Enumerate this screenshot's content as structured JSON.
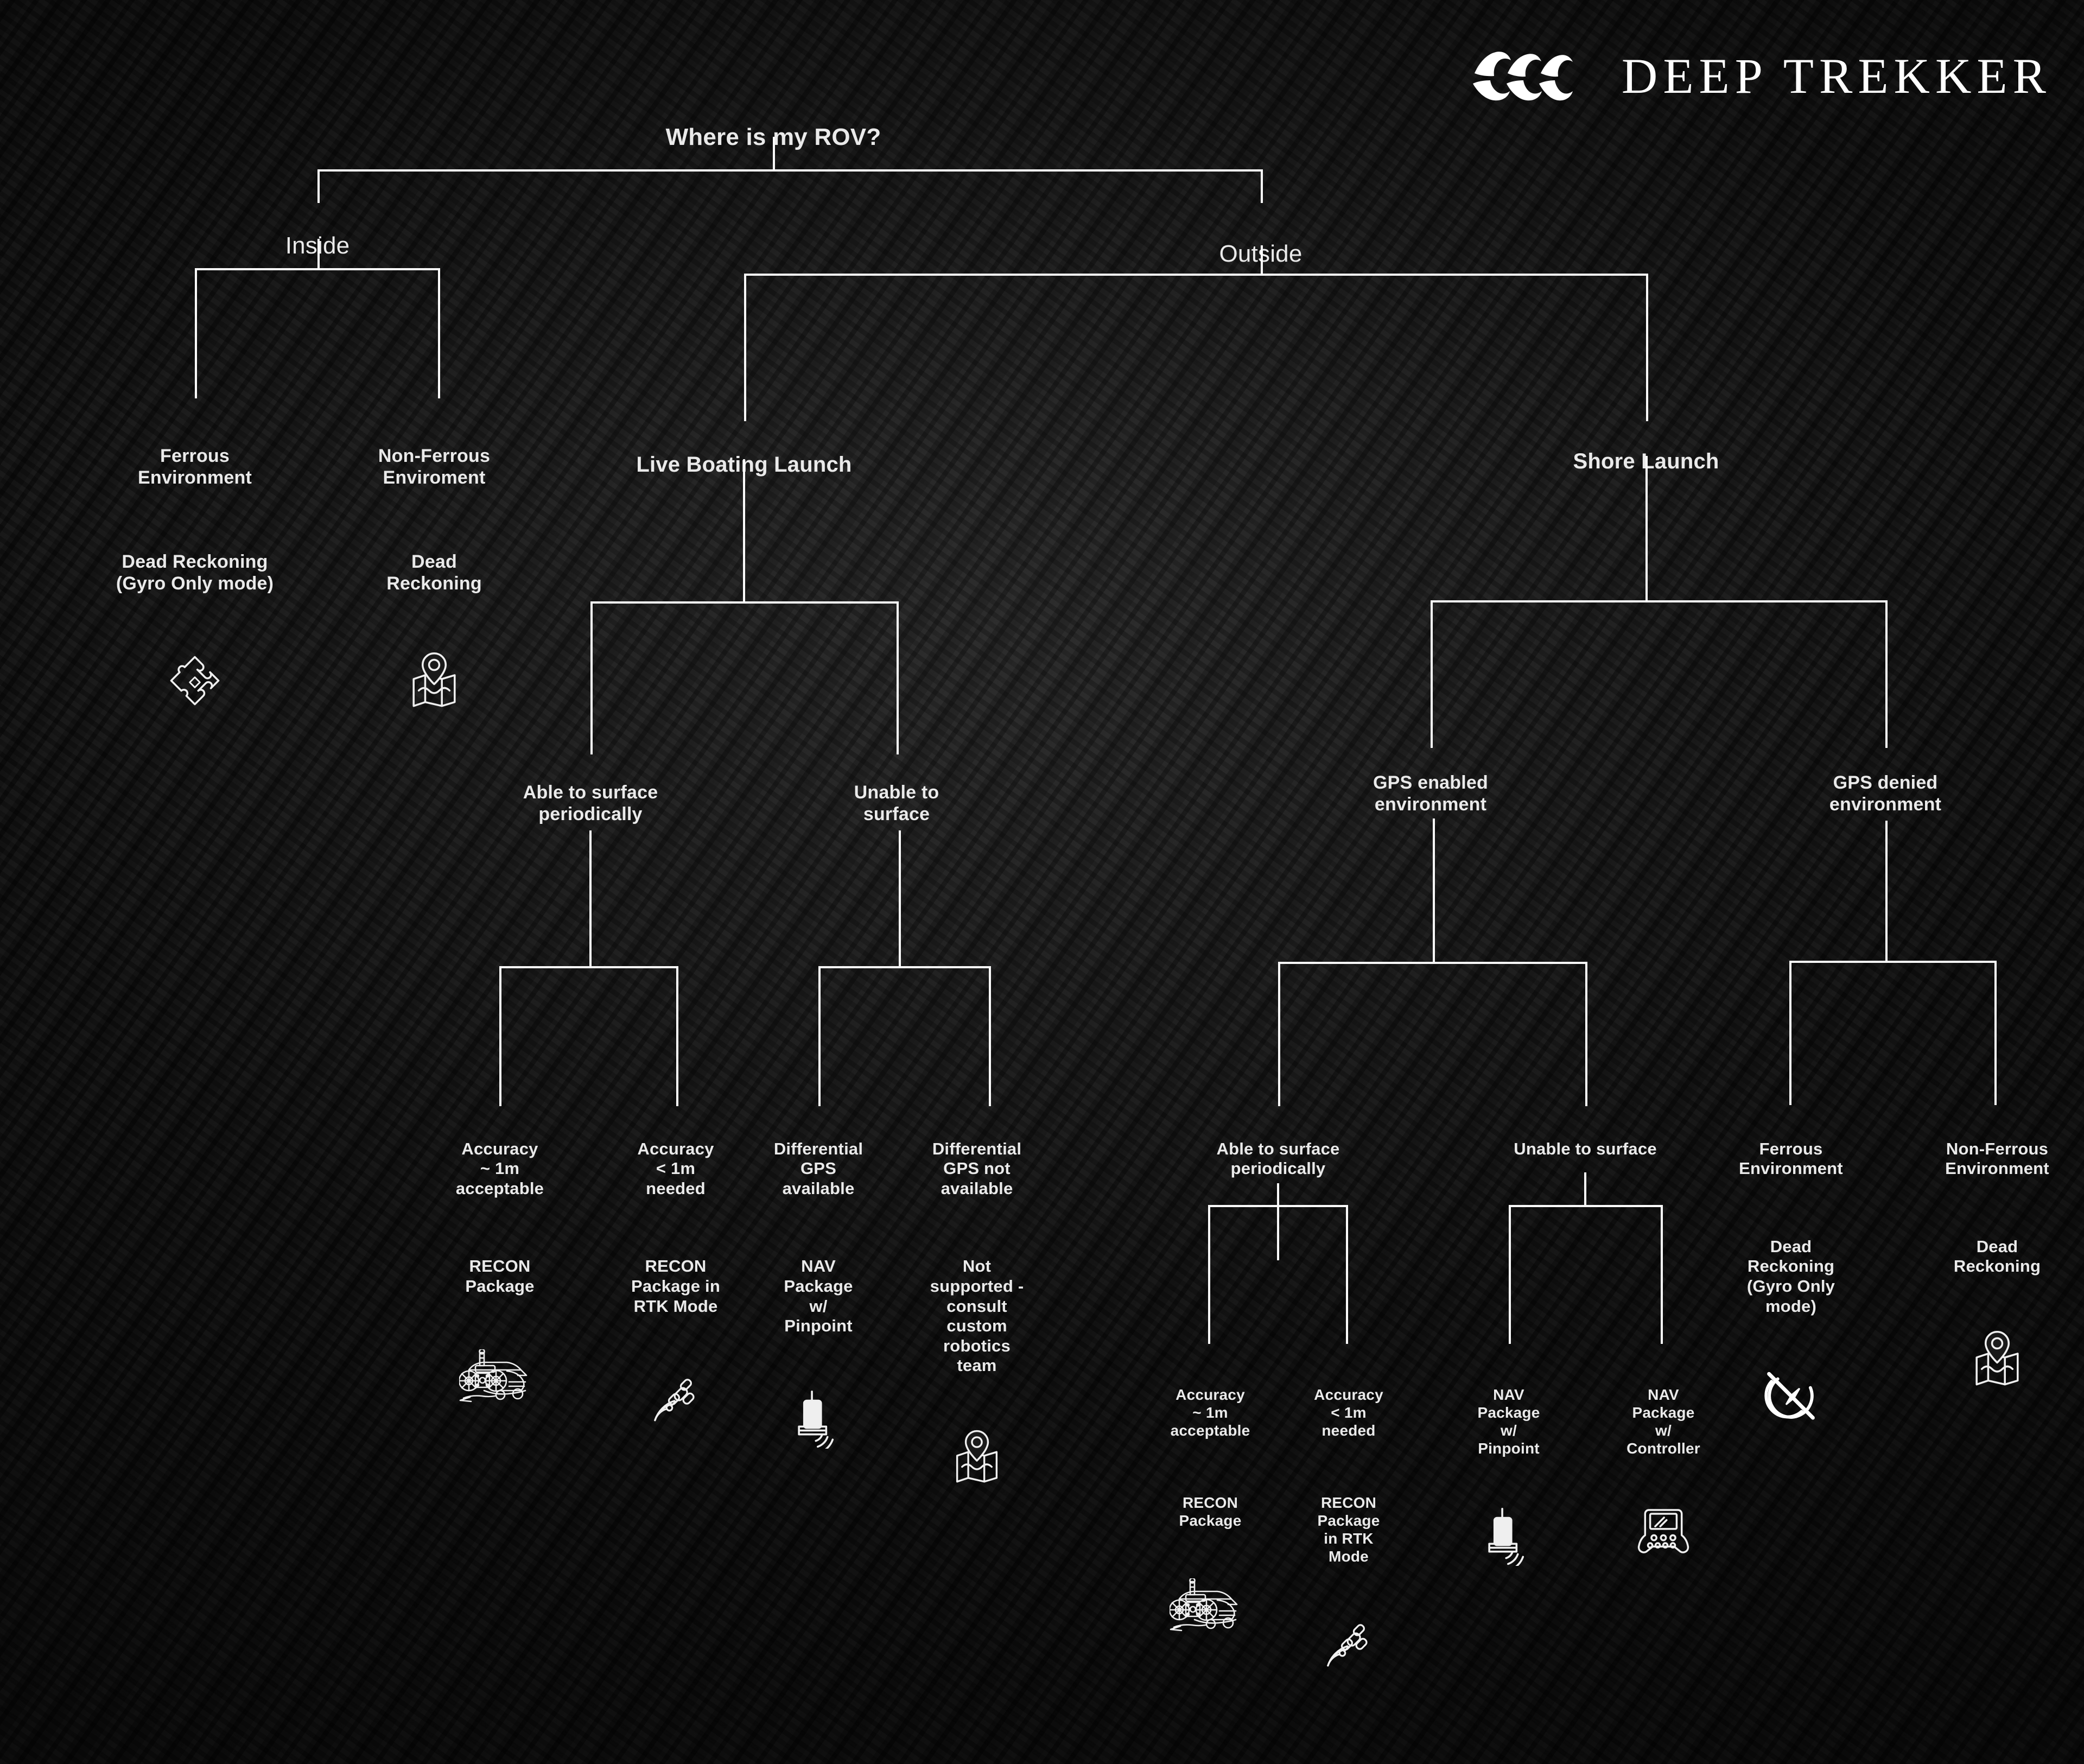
{
  "brand": {
    "wordmark": "DEEP TREKKER",
    "logo_icon": "deep-trekker-waves-icon"
  },
  "colors": {
    "background": "#1a1a1a",
    "text": "#eaeaea",
    "line": "#fbfbfb",
    "logo": "#ffffff"
  },
  "tree": {
    "root": {
      "label": "Where is my ROV?"
    },
    "branches": {
      "inside": {
        "label": "Inside"
      },
      "outside": {
        "label": "Outside"
      }
    },
    "inside_children": [
      {
        "question": "Ferrous\nEnvironment",
        "answer": "Dead Reckoning\n(Gyro Only mode)",
        "icon": "puzzle-pieces-icon"
      },
      {
        "question": "Non-Ferrous\nEnviroment",
        "answer": "Dead\nReckoning",
        "icon": "map-pin-icon"
      }
    ],
    "outside_children": [
      {
        "label": "Live Boating Launch"
      },
      {
        "label": "Shore Launch"
      }
    ],
    "live_boating_children": [
      {
        "label": "Able to surface\nperiodically"
      },
      {
        "label": "Unable to\nsurface"
      }
    ],
    "shore_children": [
      {
        "label": "GPS enabled\nenvironment"
      },
      {
        "label": "GPS denied\nenvironment"
      }
    ],
    "lb_able_children": [
      {
        "question": "Accuracy\n~ 1m\nacceptable",
        "answer": "RECON\nPackage",
        "icon": "rov-vehicle-icon"
      },
      {
        "question": "Accuracy\n< 1m\nneeded",
        "answer": "RECON\nPackage in\nRTK Mode",
        "icon": "satellite-icon"
      }
    ],
    "lb_unable_children": [
      {
        "question": "Differential\nGPS\navailable",
        "answer": "NAV\nPackage\nw/\nPinpoint",
        "icon": "pinpoint-beacon-icon"
      },
      {
        "question": "Differential\nGPS not\navailable",
        "answer": "Not\nsupported -\nconsult\ncustom\nrobotics\nteam",
        "icon": "map-pin-icon"
      }
    ],
    "gps_enabled_children": [
      {
        "label": "Able to surface\nperiodically"
      },
      {
        "label": "Unable to surface"
      }
    ],
    "gps_enabled_able_children": [
      {
        "question": "Accuracy\n~ 1m\nacceptable",
        "answer": "RECON\nPackage",
        "icon": "rov-vehicle-icon"
      },
      {
        "question": "Accuracy\n< 1m\nneeded",
        "answer": "RECON\nPackage\nin RTK\nMode",
        "icon": "satellite-icon"
      }
    ],
    "gps_enabled_unable_children": [
      {
        "answer": "NAV\nPackage\nw/\nPinpoint",
        "icon": "pinpoint-beacon-icon"
      },
      {
        "answer": "NAV\nPackage\nw/\nController",
        "icon": "game-controller-icon"
      }
    ],
    "gps_denied_children": [
      {
        "question": "Ferrous\nEnvironment",
        "answer": "Dead\nReckoning\n(Gyro Only\nmode)",
        "icon": "no-compass-icon"
      },
      {
        "question": "Non-Ferrous\nEnvironment",
        "answer": "Dead\nReckoning",
        "icon": "map-pin-icon"
      }
    ]
  }
}
